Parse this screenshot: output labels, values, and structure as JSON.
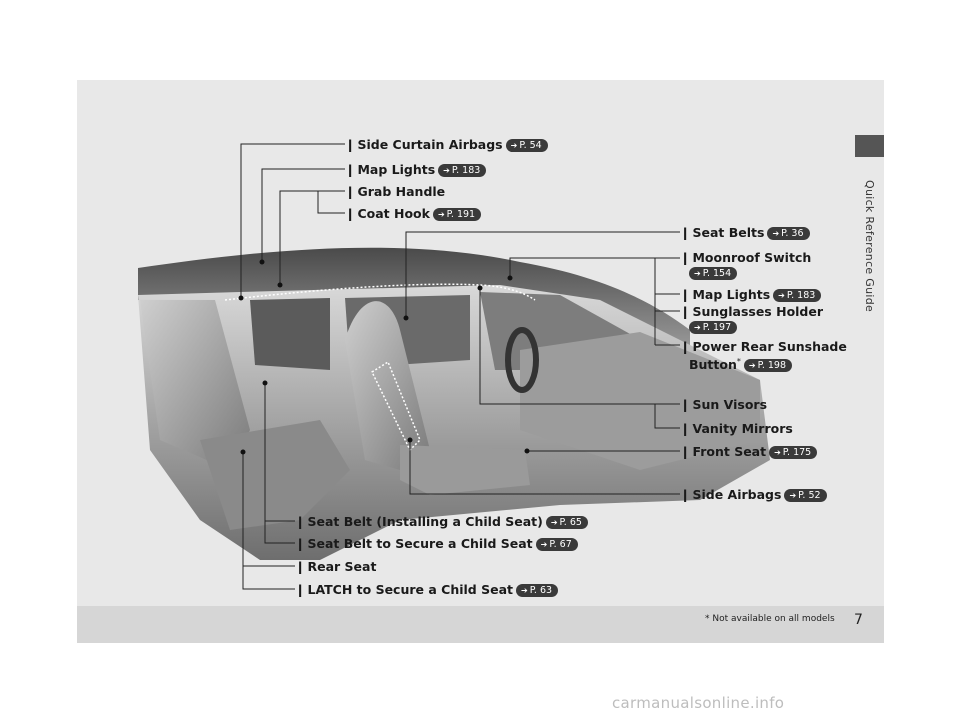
{
  "sidebar": {
    "section_title": "Quick Reference Guide"
  },
  "page": {
    "number": "7",
    "footnote": "* Not available on all models"
  },
  "watermark": "carmanualsonline.info",
  "callouts": {
    "side_curtain_airbags": {
      "label": "Side Curtain Airbags",
      "ref": "P. 54"
    },
    "map_lights_top": {
      "label": "Map Lights",
      "ref": "P. 183"
    },
    "grab_handle": {
      "label": "Grab Handle"
    },
    "coat_hook": {
      "label": "Coat Hook",
      "ref": "P. 191"
    },
    "seat_belts": {
      "label": "Seat Belts",
      "ref": "P. 36"
    },
    "moonroof_switch": {
      "label": "Moonroof Switch",
      "ref": "P. 154"
    },
    "map_lights_right": {
      "label": "Map Lights",
      "ref": "P. 183"
    },
    "sunglasses_holder": {
      "label": "Sunglasses Holder",
      "ref": "P. 197"
    },
    "power_rear_sunshade": {
      "label_line1": "Power Rear Sunshade",
      "label_line2": "Button",
      "asterisk": "*",
      "ref": "P. 198"
    },
    "sun_visors": {
      "label": "Sun Visors"
    },
    "vanity_mirrors": {
      "label": "Vanity Mirrors"
    },
    "front_seat": {
      "label": "Front Seat",
      "ref": "P. 175"
    },
    "side_airbags": {
      "label": "Side Airbags",
      "ref": "P. 52"
    },
    "seat_belt_child": {
      "label": "Seat Belt (Installing a Child Seat)",
      "ref": "P. 65"
    },
    "seat_belt_secure": {
      "label": "Seat Belt to Secure a Child Seat",
      "ref": "P. 67"
    },
    "rear_seat": {
      "label": "Rear Seat"
    },
    "latch": {
      "label": "LATCH to Secure a Child Seat",
      "ref": "P. 63"
    }
  }
}
